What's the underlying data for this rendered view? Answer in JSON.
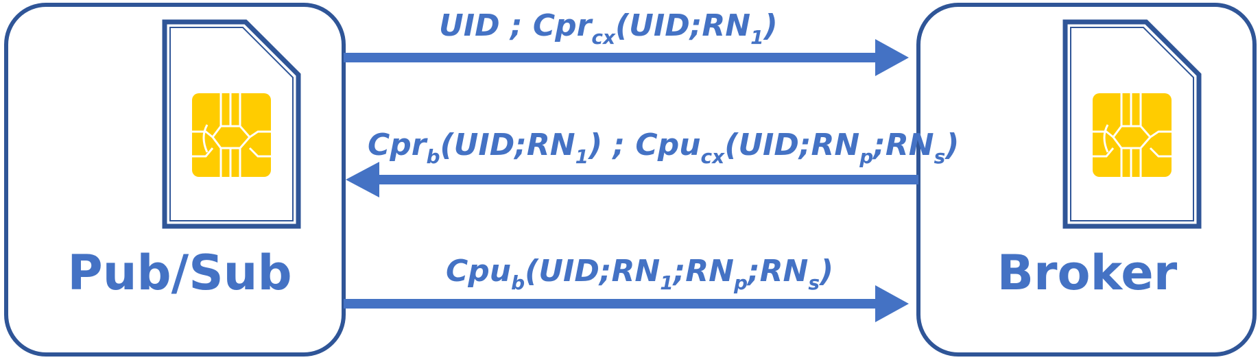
{
  "entities": {
    "left": {
      "label": "Pub/Sub",
      "icon": "sim-card-icon"
    },
    "right": {
      "label": "Broker",
      "icon": "sim-card-icon"
    }
  },
  "messages": [
    {
      "direction": "right",
      "parts": [
        {
          "t": "UID ; "
        },
        {
          "t": "Cpr",
          "style": "italic"
        },
        {
          "t": "cx",
          "sub": true
        },
        {
          "t": "(UID;RN"
        },
        {
          "t": "1",
          "sub": true
        },
        {
          "t": ")"
        }
      ]
    },
    {
      "direction": "left",
      "parts": [
        {
          "t": "Cpr"
        },
        {
          "t": "b",
          "sub": true
        },
        {
          "t": "(UID;RN"
        },
        {
          "t": "1",
          "sub": true
        },
        {
          "t": ") ; Cpu"
        },
        {
          "t": "cx",
          "sub": true
        },
        {
          "t": "(UID;RN"
        },
        {
          "t": "p",
          "sub": true
        },
        {
          "t": ";RN"
        },
        {
          "t": "s",
          "sub": true
        },
        {
          "t": ")"
        }
      ]
    },
    {
      "direction": "right",
      "parts": [
        {
          "t": "Cpu"
        },
        {
          "t": "b",
          "sub": true
        },
        {
          "t": "(UID;RN"
        },
        {
          "t": "1",
          "sub": true
        },
        {
          "t": ";RN"
        },
        {
          "t": "p",
          "sub": true
        },
        {
          "t": ";RN"
        },
        {
          "t": "s",
          "sub": true
        },
        {
          "t": ")"
        }
      ]
    }
  ],
  "colors": {
    "accent": "#4472c4",
    "box_border": "#2f5597",
    "chip": "#ffcc00"
  }
}
